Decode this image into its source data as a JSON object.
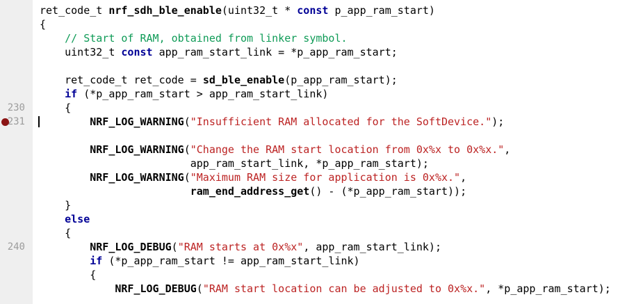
{
  "editor": {
    "language": "c",
    "first_visible_line": 223,
    "last_visible_line": 243,
    "caret_line": 231,
    "breakpoint_lines": [
      231
    ],
    "gutter_numbered_lines": [
      230,
      231,
      240
    ],
    "colors": {
      "background": "#ffffff",
      "gutter_background": "#efefef",
      "line_number": "#9c9c9c",
      "plain": "#000000",
      "keyword": "#000096",
      "function_name": "#000000",
      "comment": "#0f9b57",
      "string": "#bc2323",
      "breakpoint": "#8b1414",
      "caret": "#000000"
    },
    "lines": [
      {
        "num": 223,
        "segs": [
          [
            "p",
            "ret_code_t "
          ],
          [
            "f",
            "nrf_sdh_ble_enable"
          ],
          [
            "p",
            "(uint32_t * "
          ],
          [
            "k",
            "const"
          ],
          [
            "p",
            " p_app_ram_start)"
          ]
        ]
      },
      {
        "num": 224,
        "segs": [
          [
            "p",
            "{"
          ]
        ]
      },
      {
        "num": 225,
        "segs": [
          [
            "p",
            "    "
          ],
          [
            "c",
            "// Start of RAM, obtained from linker symbol."
          ]
        ]
      },
      {
        "num": 226,
        "segs": [
          [
            "p",
            "    uint32_t "
          ],
          [
            "k",
            "const"
          ],
          [
            "p",
            " app_ram_start_link = *p_app_ram_start;"
          ]
        ]
      },
      {
        "num": 227,
        "segs": []
      },
      {
        "num": 228,
        "segs": [
          [
            "p",
            "    ret_code_t ret_code = "
          ],
          [
            "f",
            "sd_ble_enable"
          ],
          [
            "p",
            "(p_app_ram_start);"
          ]
        ]
      },
      {
        "num": 229,
        "segs": [
          [
            "p",
            "    "
          ],
          [
            "k",
            "if"
          ],
          [
            "p",
            " (*p_app_ram_start > app_ram_start_link)"
          ]
        ]
      },
      {
        "num": 230,
        "show_num": true,
        "segs": [
          [
            "p",
            "    {"
          ]
        ]
      },
      {
        "num": 231,
        "show_num": true,
        "breakpoint": true,
        "caret": true,
        "segs": [
          [
            "p",
            "        "
          ],
          [
            "f",
            "NRF_LOG_WARNING"
          ],
          [
            "p",
            "("
          ],
          [
            "s",
            "\"Insufficient RAM allocated for the SoftDevice.\""
          ],
          [
            "p",
            ");"
          ]
        ]
      },
      {
        "num": 232,
        "segs": []
      },
      {
        "num": 233,
        "segs": [
          [
            "p",
            "        "
          ],
          [
            "f",
            "NRF_LOG_WARNING"
          ],
          [
            "p",
            "("
          ],
          [
            "s",
            "\"Change the RAM start location from 0x%x to 0x%x.\""
          ],
          [
            "p",
            ","
          ]
        ]
      },
      {
        "num": 234,
        "segs": [
          [
            "p",
            "                        app_ram_start_link, *p_app_ram_start);"
          ]
        ]
      },
      {
        "num": 235,
        "segs": [
          [
            "p",
            "        "
          ],
          [
            "f",
            "NRF_LOG_WARNING"
          ],
          [
            "p",
            "("
          ],
          [
            "s",
            "\"Maximum RAM size for application is 0x%x.\""
          ],
          [
            "p",
            ","
          ]
        ]
      },
      {
        "num": 236,
        "segs": [
          [
            "p",
            "                        "
          ],
          [
            "f",
            "ram_end_address_get"
          ],
          [
            "p",
            "() - (*p_app_ram_start));"
          ]
        ]
      },
      {
        "num": 237,
        "segs": [
          [
            "p",
            "    }"
          ]
        ]
      },
      {
        "num": 238,
        "segs": [
          [
            "p",
            "    "
          ],
          [
            "k",
            "else"
          ]
        ]
      },
      {
        "num": 239,
        "segs": [
          [
            "p",
            "    {"
          ]
        ]
      },
      {
        "num": 240,
        "show_num": true,
        "segs": [
          [
            "p",
            "        "
          ],
          [
            "f",
            "NRF_LOG_DEBUG"
          ],
          [
            "p",
            "("
          ],
          [
            "s",
            "\"RAM starts at 0x%x\""
          ],
          [
            "p",
            ", app_ram_start_link);"
          ]
        ]
      },
      {
        "num": 241,
        "segs": [
          [
            "p",
            "        "
          ],
          [
            "k",
            "if"
          ],
          [
            "p",
            " (*p_app_ram_start != app_ram_start_link)"
          ]
        ]
      },
      {
        "num": 242,
        "segs": [
          [
            "p",
            "        {"
          ]
        ]
      },
      {
        "num": 243,
        "segs": [
          [
            "p",
            "            "
          ],
          [
            "f",
            "NRF_LOG_DEBUG"
          ],
          [
            "p",
            "("
          ],
          [
            "s",
            "\"RAM start location can be adjusted to 0x%x.\""
          ],
          [
            "p",
            ", *p_app_ram_start);"
          ]
        ]
      }
    ]
  }
}
